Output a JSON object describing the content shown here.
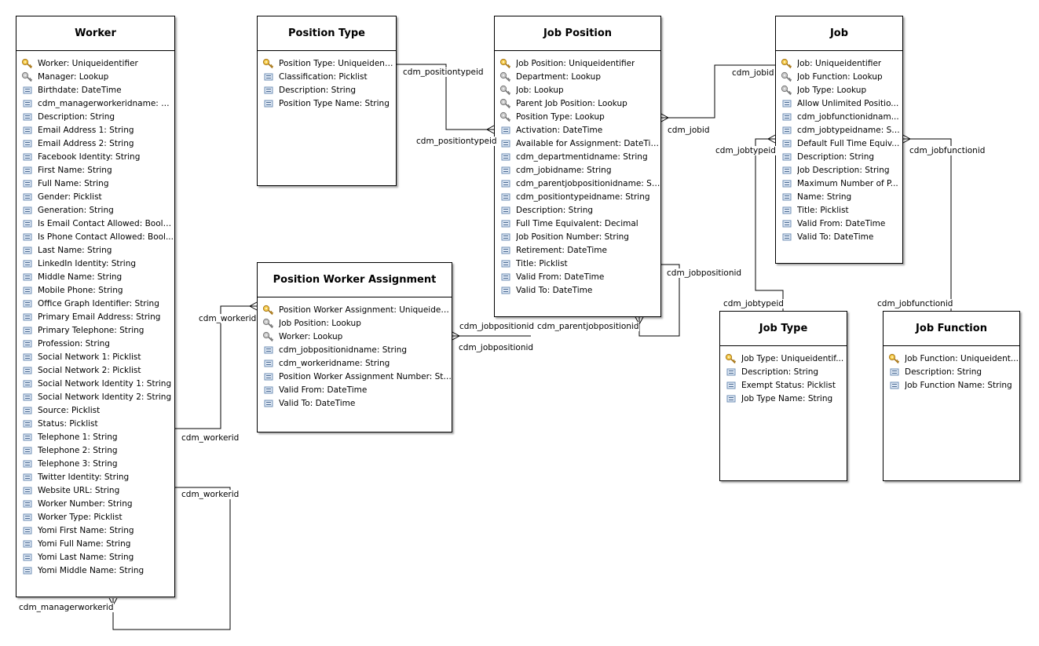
{
  "entities": [
    {
      "title": "Worker",
      "attributes": [
        {
          "icon": "primary-key-icon",
          "text": "Worker: Uniqueidentifier"
        },
        {
          "icon": "foreign-key-icon",
          "text": "Manager: Lookup"
        },
        {
          "icon": "field-icon",
          "text": "Birthdate: DateTime"
        },
        {
          "icon": "field-icon",
          "text": "cdm_managerworkeridname: St..."
        },
        {
          "icon": "field-icon",
          "text": "Description: String"
        },
        {
          "icon": "field-icon",
          "text": "Email Address 1: String"
        },
        {
          "icon": "field-icon",
          "text": "Email Address 2: String"
        },
        {
          "icon": "field-icon",
          "text": "Facebook Identity: String"
        },
        {
          "icon": "field-icon",
          "text": "First Name: String"
        },
        {
          "icon": "field-icon",
          "text": "Full Name: String"
        },
        {
          "icon": "field-icon",
          "text": "Gender: Picklist"
        },
        {
          "icon": "field-icon",
          "text": "Generation: String"
        },
        {
          "icon": "field-icon",
          "text": "Is Email Contact Allowed: Boole..."
        },
        {
          "icon": "field-icon",
          "text": "Is Phone Contact Allowed: Bool..."
        },
        {
          "icon": "field-icon",
          "text": "Last Name: String"
        },
        {
          "icon": "field-icon",
          "text": "LinkedIn Identity: String"
        },
        {
          "icon": "field-icon",
          "text": "Middle Name: String"
        },
        {
          "icon": "field-icon",
          "text": "Mobile Phone: String"
        },
        {
          "icon": "field-icon",
          "text": "Office Graph Identifier: String"
        },
        {
          "icon": "field-icon",
          "text": "Primary Email Address: String"
        },
        {
          "icon": "field-icon",
          "text": "Primary Telephone: String"
        },
        {
          "icon": "field-icon",
          "text": "Profession: String"
        },
        {
          "icon": "field-icon",
          "text": "Social Network 1: Picklist"
        },
        {
          "icon": "field-icon",
          "text": "Social Network 2: Picklist"
        },
        {
          "icon": "field-icon",
          "text": "Social Network Identity 1: String"
        },
        {
          "icon": "field-icon",
          "text": "Social Network Identity 2: String"
        },
        {
          "icon": "field-icon",
          "text": "Source: Picklist"
        },
        {
          "icon": "field-icon",
          "text": "Status: Picklist"
        },
        {
          "icon": "field-icon",
          "text": "Telephone 1: String"
        },
        {
          "icon": "field-icon",
          "text": "Telephone 2: String"
        },
        {
          "icon": "field-icon",
          "text": "Telephone 3: String"
        },
        {
          "icon": "field-icon",
          "text": "Twitter Identity: String"
        },
        {
          "icon": "field-icon",
          "text": "Website URL: String"
        },
        {
          "icon": "field-icon",
          "text": "Worker Number: String"
        },
        {
          "icon": "field-icon",
          "text": "Worker Type: Picklist"
        },
        {
          "icon": "field-icon",
          "text": "Yomi First Name: String"
        },
        {
          "icon": "field-icon",
          "text": "Yomi Full Name: String"
        },
        {
          "icon": "field-icon",
          "text": "Yomi Last Name: String"
        },
        {
          "icon": "field-icon",
          "text": "Yomi Middle Name: String"
        }
      ]
    },
    {
      "title": "Position Type",
      "attributes": [
        {
          "icon": "primary-key-icon",
          "text": "Position Type: Uniqueident..."
        },
        {
          "icon": "field-icon",
          "text": "Classification: Picklist"
        },
        {
          "icon": "field-icon",
          "text": "Description: String"
        },
        {
          "icon": "field-icon",
          "text": "Position Type Name: String"
        }
      ]
    },
    {
      "title": "Job Position",
      "attributes": [
        {
          "icon": "primary-key-icon",
          "text": "Job Position: Uniqueidentifier"
        },
        {
          "icon": "foreign-key-icon",
          "text": "Department: Lookup"
        },
        {
          "icon": "foreign-key-icon",
          "text": "Job: Lookup"
        },
        {
          "icon": "foreign-key-icon",
          "text": "Parent Job Position: Lookup"
        },
        {
          "icon": "foreign-key-icon",
          "text": "Position Type: Lookup"
        },
        {
          "icon": "field-icon",
          "text": "Activation: DateTime"
        },
        {
          "icon": "field-icon",
          "text": "Available for Assignment: DateTime"
        },
        {
          "icon": "field-icon",
          "text": "cdm_departmentidname: String"
        },
        {
          "icon": "field-icon",
          "text": "cdm_jobidname: String"
        },
        {
          "icon": "field-icon",
          "text": "cdm_parentjobpositionidname: St..."
        },
        {
          "icon": "field-icon",
          "text": "cdm_positiontypeidname: String"
        },
        {
          "icon": "field-icon",
          "text": "Description: String"
        },
        {
          "icon": "field-icon",
          "text": "Full Time Equivalent: Decimal"
        },
        {
          "icon": "field-icon",
          "text": "Job Position Number: String"
        },
        {
          "icon": "field-icon",
          "text": "Retirement: DateTime"
        },
        {
          "icon": "field-icon",
          "text": "Title: Picklist"
        },
        {
          "icon": "field-icon",
          "text": "Valid From: DateTime"
        },
        {
          "icon": "field-icon",
          "text": "Valid To: DateTime"
        }
      ]
    },
    {
      "title": "Job",
      "attributes": [
        {
          "icon": "primary-key-icon",
          "text": "Job: Uniqueidentifier"
        },
        {
          "icon": "foreign-key-icon",
          "text": "Job Function: Lookup"
        },
        {
          "icon": "foreign-key-icon",
          "text": "Job Type: Lookup"
        },
        {
          "icon": "field-icon",
          "text": "Allow Unlimited Positio..."
        },
        {
          "icon": "field-icon",
          "text": "cdm_jobfunctionidnam..."
        },
        {
          "icon": "field-icon",
          "text": "cdm_jobtypeidname: St..."
        },
        {
          "icon": "field-icon",
          "text": "Default Full Time Equiv..."
        },
        {
          "icon": "field-icon",
          "text": "Description: String"
        },
        {
          "icon": "field-icon",
          "text": "Job Description: String"
        },
        {
          "icon": "field-icon",
          "text": "Maximum Number of P..."
        },
        {
          "icon": "field-icon",
          "text": "Name: String"
        },
        {
          "icon": "field-icon",
          "text": "Title: Picklist"
        },
        {
          "icon": "field-icon",
          "text": "Valid From: DateTime"
        },
        {
          "icon": "field-icon",
          "text": "Valid To: DateTime"
        }
      ]
    },
    {
      "title": "Position Worker Assignment",
      "attributes": [
        {
          "icon": "primary-key-icon",
          "text": "Position Worker Assignment: Uniqueident..."
        },
        {
          "icon": "foreign-key-icon",
          "text": "Job Position: Lookup"
        },
        {
          "icon": "foreign-key-icon",
          "text": "Worker: Lookup"
        },
        {
          "icon": "field-icon",
          "text": "cdm_jobpositionidname: String"
        },
        {
          "icon": "field-icon",
          "text": "cdm_workeridname: String"
        },
        {
          "icon": "field-icon",
          "text": "Position Worker Assignment Number: Stri..."
        },
        {
          "icon": "field-icon",
          "text": "Valid From: DateTime"
        },
        {
          "icon": "field-icon",
          "text": "Valid To: DateTime"
        }
      ]
    },
    {
      "title": "Job Type",
      "attributes": [
        {
          "icon": "primary-key-icon",
          "text": "Job Type: Uniqueidentif..."
        },
        {
          "icon": "field-icon",
          "text": "Description: String"
        },
        {
          "icon": "field-icon",
          "text": "Exempt Status: Picklist"
        },
        {
          "icon": "field-icon",
          "text": "Job Type Name: String"
        }
      ]
    },
    {
      "title": "Job Function",
      "attributes": [
        {
          "icon": "primary-key-icon",
          "text": "Job Function: Uniqueident..."
        },
        {
          "icon": "field-icon",
          "text": "Description: String"
        },
        {
          "icon": "field-icon",
          "text": "Job Function Name: String"
        }
      ]
    }
  ],
  "relationship_labels": [
    "cdm_positiontypeid",
    "cdm_positiontypeid",
    "cdm_jobid",
    "cdm_jobid",
    "cdm_jobtypeid",
    "cdm_jobtypeid",
    "cdm_jobfunctionid",
    "cdm_jobfunctionid",
    "cdm_jobpositionid",
    "cdm_jobpositionid",
    "cdm_jobpositionid",
    "cdm_parentjobpositionid",
    "cdm_workerid",
    "cdm_workerid",
    "cdm_workerid",
    "cdm_managerworkerid"
  ],
  "colors": {
    "key": "#d8a12a",
    "lookup": "#8c8c8c",
    "field": "#6f8fb6",
    "border": "#000000"
  }
}
